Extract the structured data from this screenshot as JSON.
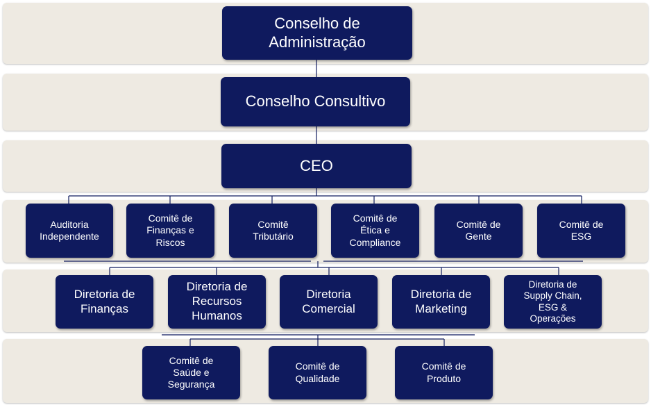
{
  "chart": {
    "levels": [
      {
        "nodes": [
          {
            "id": "board",
            "label": "Conselho de\nAdministração"
          }
        ]
      },
      {
        "nodes": [
          {
            "id": "advisory",
            "label": "Conselho Consultivo"
          }
        ]
      },
      {
        "nodes": [
          {
            "id": "ceo",
            "label": "CEO"
          }
        ]
      },
      {
        "nodes": [
          {
            "id": "audit",
            "label": "Auditoria\nIndependente"
          },
          {
            "id": "finance-risk",
            "label": "Comitê de\nFinanças e\nRiscos"
          },
          {
            "id": "tax",
            "label": "Comitê\nTributário"
          },
          {
            "id": "ethics",
            "label": "Comitê de\nÉtica e\nCompliance"
          },
          {
            "id": "people",
            "label": "Comitê de\nGente"
          },
          {
            "id": "esg",
            "label": "Comitê de\nESG"
          }
        ]
      },
      {
        "nodes": [
          {
            "id": "dir-finance",
            "label": "Diretoria de\nFinanças"
          },
          {
            "id": "dir-hr",
            "label": "Diretoria de\nRecursos\nHumanos"
          },
          {
            "id": "dir-commercial",
            "label": "Diretoria\nComercial"
          },
          {
            "id": "dir-marketing",
            "label": "Diretoria de\nMarketing"
          },
          {
            "id": "dir-supply",
            "label": "Diretoria de\nSupply Chain,\nESG &\nOperações"
          }
        ]
      },
      {
        "nodes": [
          {
            "id": "health-safety",
            "label": "Comitê de\nSaúde e\nSegurança"
          },
          {
            "id": "quality",
            "label": "Comitê de\nQualidade"
          },
          {
            "id": "product",
            "label": "Comitê de\nProduto"
          }
        ]
      }
    ]
  },
  "colors": {
    "node": "#0f1a5e",
    "band": "#eeeae2",
    "line": "#0f1a5e",
    "text": "#ffffff"
  }
}
